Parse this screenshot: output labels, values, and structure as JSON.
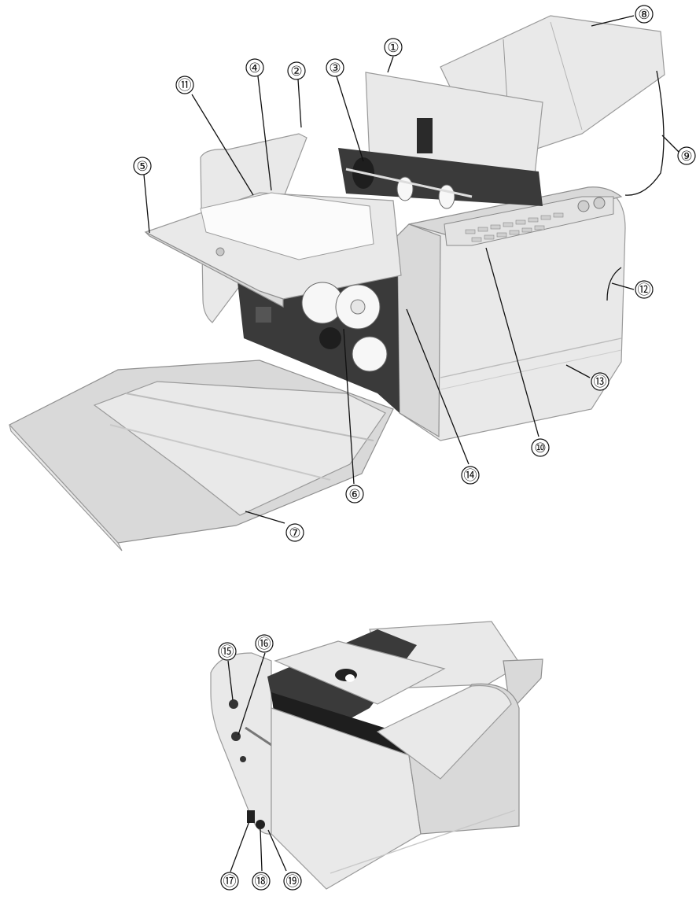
{
  "callouts_top": [
    {
      "id": "c1",
      "label": "①"
    },
    {
      "id": "c2",
      "label": "②"
    },
    {
      "id": "c3",
      "label": "③"
    },
    {
      "id": "c4",
      "label": "④"
    },
    {
      "id": "c5",
      "label": "⑤"
    },
    {
      "id": "c6",
      "label": "⑥"
    },
    {
      "id": "c7",
      "label": "⑦"
    },
    {
      "id": "c8",
      "label": "⑧"
    },
    {
      "id": "c9",
      "label": "⑨"
    },
    {
      "id": "c10",
      "label": "⑩"
    },
    {
      "id": "c11",
      "label": "⑪"
    },
    {
      "id": "c12",
      "label": "⑫"
    },
    {
      "id": "c13",
      "label": "⑬"
    },
    {
      "id": "c14",
      "label": "⑭"
    }
  ],
  "callouts_bottom": [
    {
      "id": "c15",
      "label": "⑮"
    },
    {
      "id": "c16",
      "label": "⑯"
    },
    {
      "id": "c17",
      "label": "⑰"
    },
    {
      "id": "c18",
      "label": "⑱"
    },
    {
      "id": "c19",
      "label": "⑲"
    }
  ],
  "colors": {
    "background": "#ffffff",
    "machine_body": "#e9e9e9",
    "interior": "#3a3a3a",
    "line": "#111111"
  },
  "icons": [
    "paper-folder-front-photo",
    "paper-folder-rear-photo"
  ]
}
